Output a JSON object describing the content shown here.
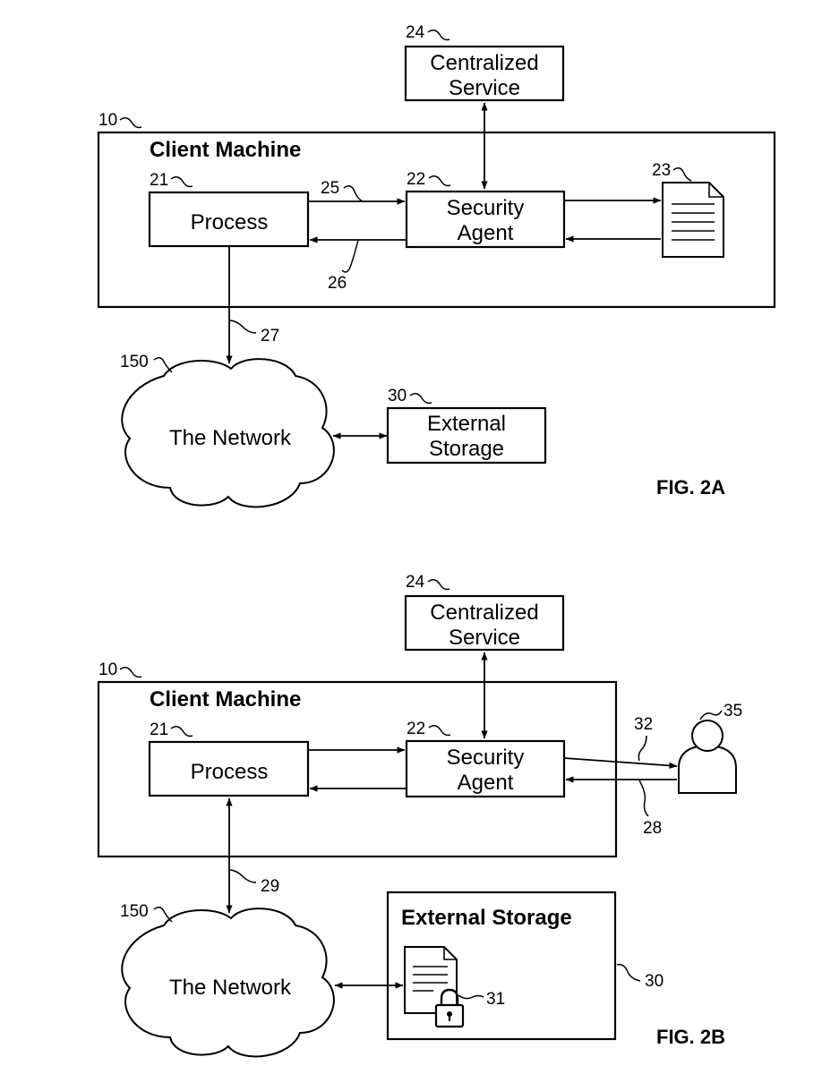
{
  "fig_a": {
    "caption": "FIG. 2A",
    "client_machine": "Client Machine",
    "process": "Process",
    "security_agent": [
      "Security",
      "Agent"
    ],
    "centralized_service": [
      "Centralized",
      "Service"
    ],
    "network": "The Network",
    "external_storage": [
      "External",
      "Storage"
    ],
    "refs": {
      "client_machine": "10",
      "process": "21",
      "security_agent": "22",
      "document": "23",
      "centralized_service": "24",
      "request_arrow": "25",
      "response_arrow": "26",
      "network_link": "27",
      "external_storage": "30",
      "network": "150"
    }
  },
  "fig_b": {
    "caption": "FIG. 2B",
    "client_machine": "Client Machine",
    "process": "Process",
    "security_agent": [
      "Security",
      "Agent"
    ],
    "centralized_service": [
      "Centralized",
      "Service"
    ],
    "network": "The Network",
    "external_storage": "External Storage",
    "refs": {
      "client_machine": "10",
      "process": "21",
      "security_agent": "22",
      "centralized_service": "24",
      "user_response": "28",
      "network_link": "29",
      "external_storage": "30",
      "encrypted_file": "31",
      "user_prompt": "32",
      "user": "35",
      "network": "150"
    }
  }
}
